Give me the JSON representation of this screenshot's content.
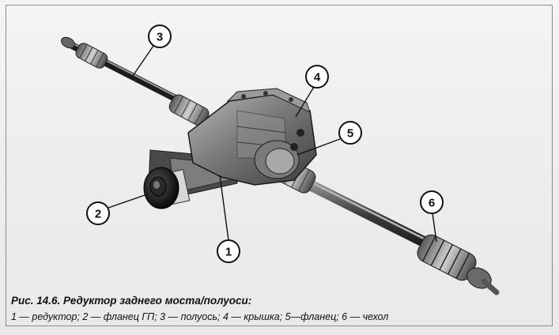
{
  "figure": {
    "callouts": [
      "1",
      "2",
      "3",
      "4",
      "5",
      "6"
    ],
    "caption_title": "Рис. 14.6. Редуктор заднего моста/полуоси:",
    "caption_legend": "1 — редуктор; 2 — фланец ГП; 3 — полуось; 4 — крышка; 5—фланец; 6 — чехол"
  }
}
